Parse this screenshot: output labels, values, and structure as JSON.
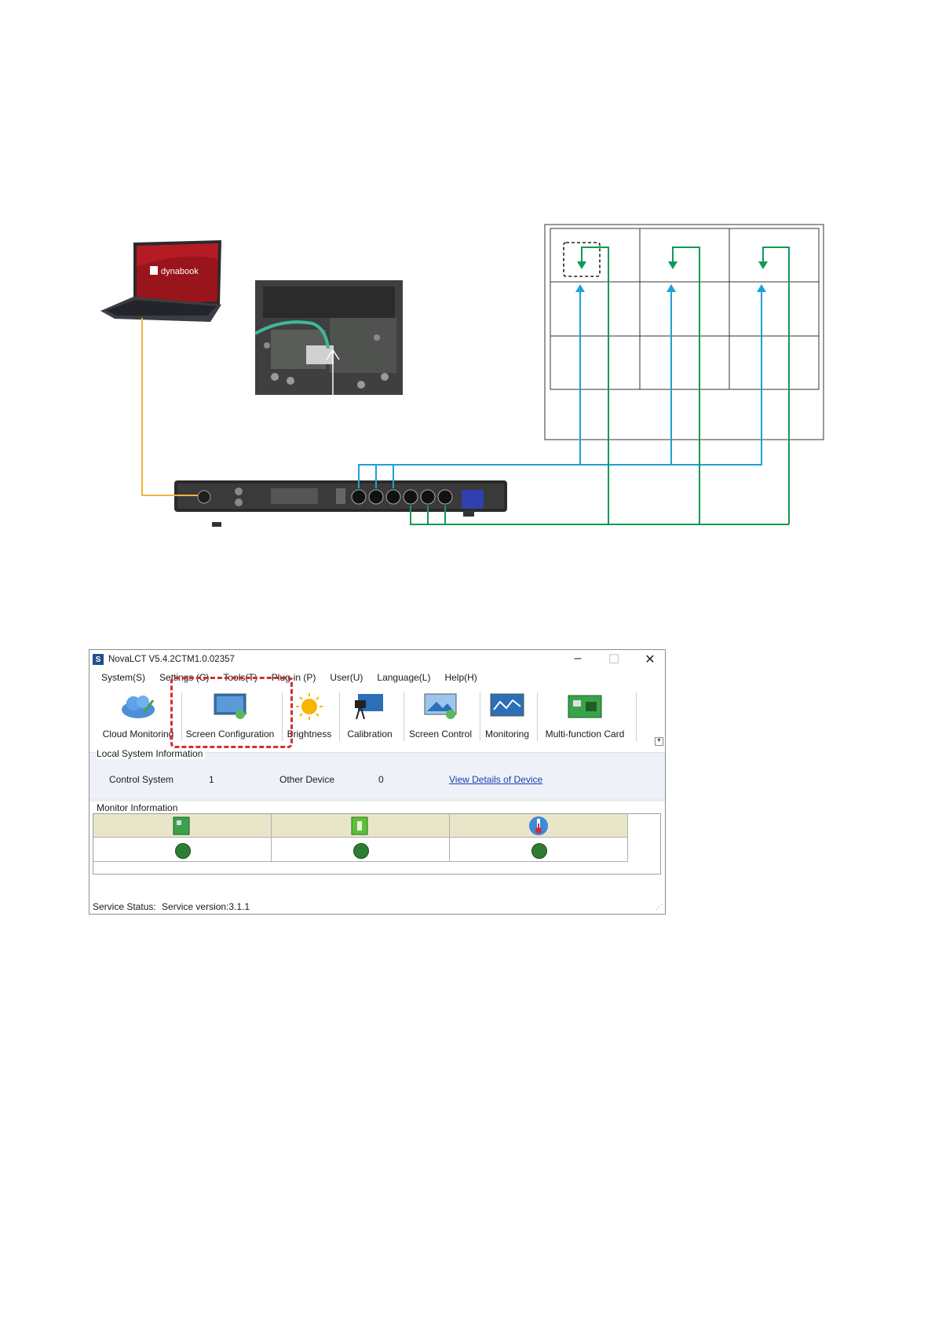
{
  "laptop": {
    "brand": "dynabook"
  },
  "window": {
    "title": "NovaLCT V5.4.2CTM1.0.02357",
    "controls": [
      "–",
      "☐",
      "✕"
    ],
    "menu": [
      "System(S)",
      "Settings (C)",
      "Tools(T)",
      "Plug-in (P)",
      "User(U)",
      "Language(L)",
      "Help(H)"
    ],
    "toolbar": {
      "cloud_monitoring": "Cloud Monitoring",
      "screen_configuration": "Screen Configuration",
      "brightness": "Brightness",
      "calibration": "Calibration",
      "screen_control": "Screen Control",
      "monitoring": "Monitoring",
      "multifunction_card": "Multi-function Card"
    },
    "local_system": {
      "title": "Local System Information",
      "control_system_label": "Control System",
      "control_system_value": "1",
      "other_device_label": "Other Device",
      "other_device_value": "0",
      "details_link": "View Details of Device"
    },
    "monitor": {
      "title": "Monitor Information"
    },
    "status": {
      "label": "Service Status:",
      "version": "Service version:3.1.1"
    }
  },
  "colors": {
    "orange_cable": "#f0b43c",
    "blue_cable": "#1ea0d8",
    "green_cable": "#119a56",
    "highlight": "#d32f2f"
  }
}
